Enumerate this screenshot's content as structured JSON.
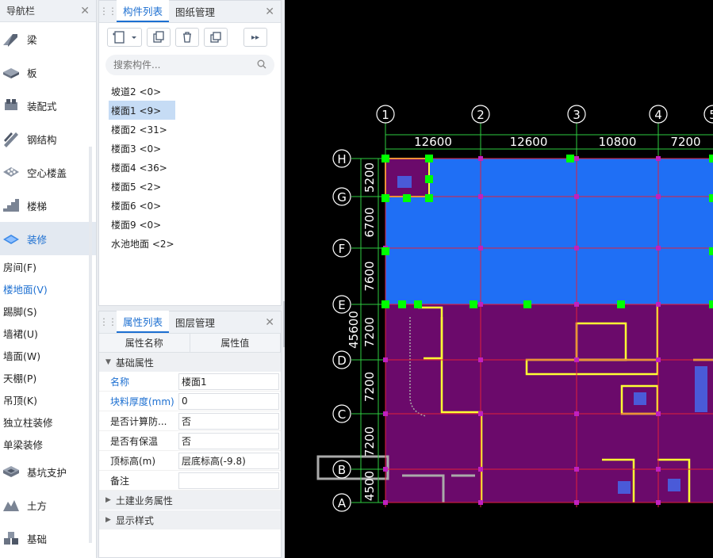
{
  "nav": {
    "title": "导航栏",
    "items": [
      {
        "label": "梁",
        "icon": "beam-icon"
      },
      {
        "label": "板",
        "icon": "slab-icon"
      },
      {
        "label": "装配式",
        "icon": "prefab-icon"
      },
      {
        "label": "钢结构",
        "icon": "steel-structure-icon"
      },
      {
        "label": "空心楼盖",
        "icon": "hollow-floor-icon"
      },
      {
        "label": "楼梯",
        "icon": "stairs-icon"
      },
      {
        "label": "装修",
        "icon": "decoration-icon"
      }
    ],
    "sub_items": [
      "房间(F)",
      "楼地面(V)",
      "踢脚(S)",
      "墙裙(U)",
      "墙面(W)",
      "天棚(P)",
      "吊顶(K)",
      "独立柱装修",
      "单梁装修"
    ],
    "bottom_items": [
      {
        "label": "基坑支护",
        "icon": "pit-support-icon"
      },
      {
        "label": "土方",
        "icon": "earthwork-icon"
      },
      {
        "label": "基础",
        "icon": "foundation-icon"
      }
    ]
  },
  "components": {
    "tabs": [
      "构件列表",
      "图纸管理"
    ],
    "search_placeholder": "搜索构件...",
    "items": [
      "坡道2 <0>",
      "楼面1 <9>",
      "楼面2 <31>",
      "楼面3 <0>",
      "楼面4 <36>",
      "楼面5 <2>",
      "楼面6 <0>",
      "楼面9 <0>",
      "水池地面 <2>"
    ],
    "selected_index": 1
  },
  "properties": {
    "tabs": [
      "属性列表",
      "图层管理"
    ],
    "col_name": "属性名称",
    "col_value": "属性值",
    "group_basic": "基础属性",
    "rows": [
      {
        "key": "名称",
        "value": "楼面1",
        "blue": true
      },
      {
        "key": "块料厚度(mm)",
        "value": "0",
        "blue": true
      },
      {
        "key": "是否计算防...",
        "value": "否",
        "blue": false
      },
      {
        "key": "是否有保温",
        "value": "否",
        "blue": false
      },
      {
        "key": "顶标高(m)",
        "value": "层底标高(-9.8)",
        "blue": false
      },
      {
        "key": "备注",
        "value": "",
        "blue": false
      }
    ],
    "group_civil": "土建业务属性",
    "group_display": "显示样式"
  },
  "cad": {
    "col_axes": [
      "1",
      "2",
      "3",
      "4",
      "5"
    ],
    "col_dims": [
      "12600",
      "12600",
      "10800",
      "7200"
    ],
    "row_axes": [
      "H",
      "G",
      "F",
      "E",
      "D",
      "C",
      "B",
      "A"
    ],
    "row_dims": [
      "5200",
      "6700",
      "7600",
      "7200",
      "7200",
      "7200",
      "4500"
    ],
    "total_dim": "45600",
    "colors": {
      "blue_area": "#1f6ff5",
      "purple_area": "#6b0a6b",
      "grid": "#e0203a",
      "axis": "#2ecc40",
      "wall": "#ffff33",
      "node": "#00ff00"
    }
  }
}
